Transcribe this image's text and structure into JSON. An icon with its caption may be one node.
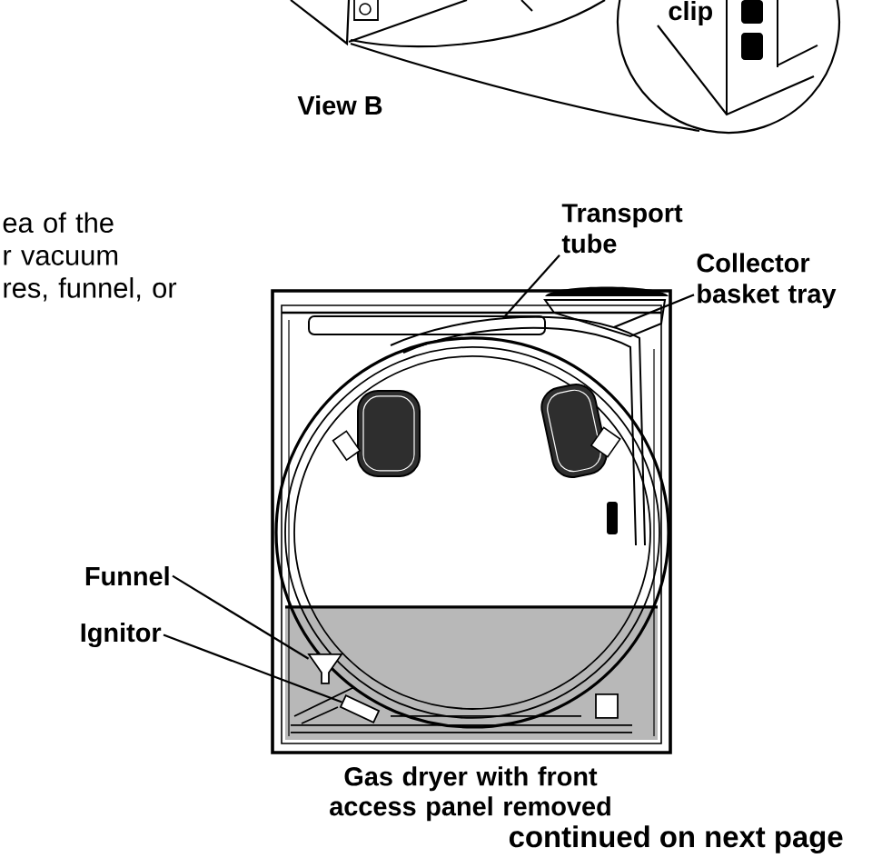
{
  "diagram": {
    "caption": "Gas dryer with front access panel removed",
    "nodes": [
      {
        "text": [
          "Transport tube"
        ]
      },
      {
        "text": [
          "Collector basket tray"
        ]
      },
      {
        "text": [
          "Funnel"
        ]
      },
      {
        "text": [
          "Ignitor"
        ]
      },
      {
        "text": [],
        "shape": "picture"
      },
      {
        "text": [],
        "shape": "box"
      }
    ],
    "edges": [
      {
        "from": 0,
        "to": null,
        "arrow": "none"
      },
      {
        "from": 1,
        "to": null,
        "arrow": "none"
      },
      {
        "from": 2,
        "to": 4,
        "arrow": "none"
      },
      {
        "from": 3,
        "to": 5,
        "arrow": "none"
      }
    ],
    "labels": [
      "clip",
      "View B",
      "ea of the r vacuum res, funnel, or",
      "continued on next page"
    ]
  }
}
